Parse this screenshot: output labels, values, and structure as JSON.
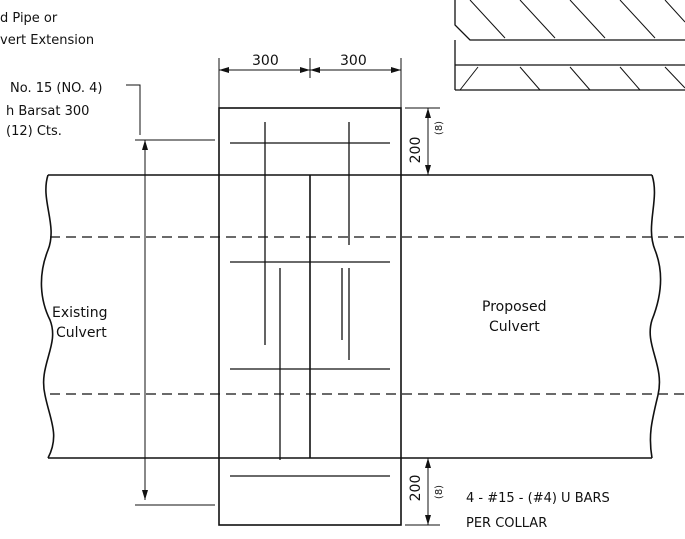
{
  "top_note": {
    "line1": "d Pipe or",
    "line2": "vert Extension"
  },
  "bar_note": {
    "line1": "No. 15 (NO. 4)",
    "line2": "h  Barsat 300",
    "line3": "(12) Cts."
  },
  "dimensions": {
    "left_width": "300",
    "right_width": "300",
    "top_depth_mm": "200",
    "top_depth_in": "(8)",
    "bottom_depth_mm": "200",
    "bottom_depth_in": "(8)"
  },
  "labels": {
    "existing_line1": "Existing",
    "existing_line2": "Culvert",
    "proposed_line1": "Proposed",
    "proposed_line2": "Culvert"
  },
  "collar_note": {
    "line1": "4 - #15 - (#4) U BARS",
    "line2": "PER COLLAR"
  }
}
